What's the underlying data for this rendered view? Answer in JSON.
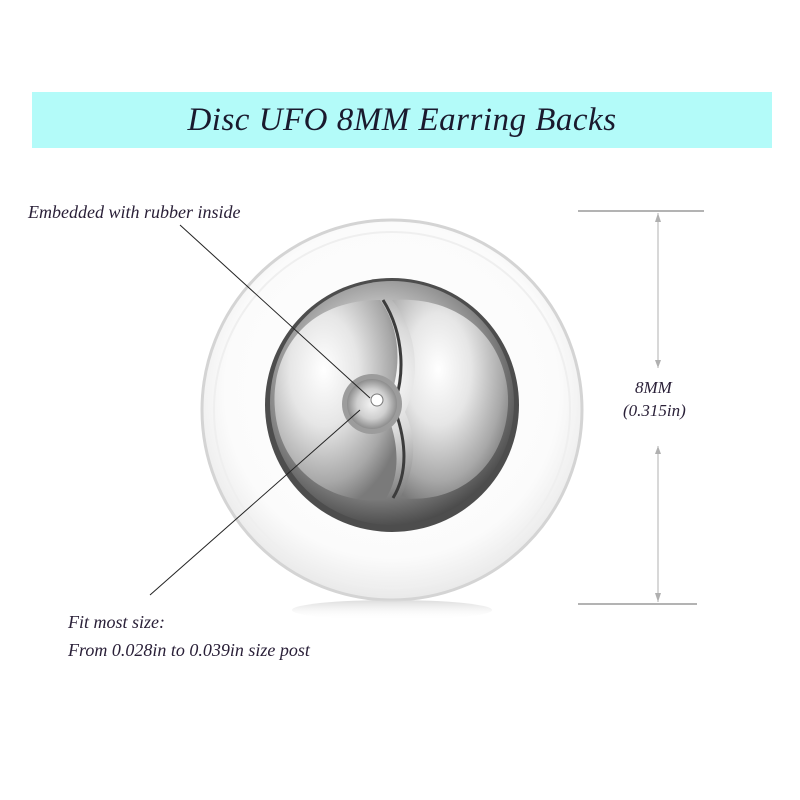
{
  "title": "Disc UFO 8MM Earring Backs",
  "annotations": {
    "rubber": "Embedded with rubber inside",
    "fit_line1": "Fit most size:",
    "fit_line2": "From 0.028in to 0.039in size post"
  },
  "dimension": {
    "mm": "8MM",
    "inches": "(0.315in)"
  },
  "colors": {
    "title_band": "#b3fbf9",
    "text": "#2a2038",
    "dimension_line": "#9a9a9a"
  }
}
